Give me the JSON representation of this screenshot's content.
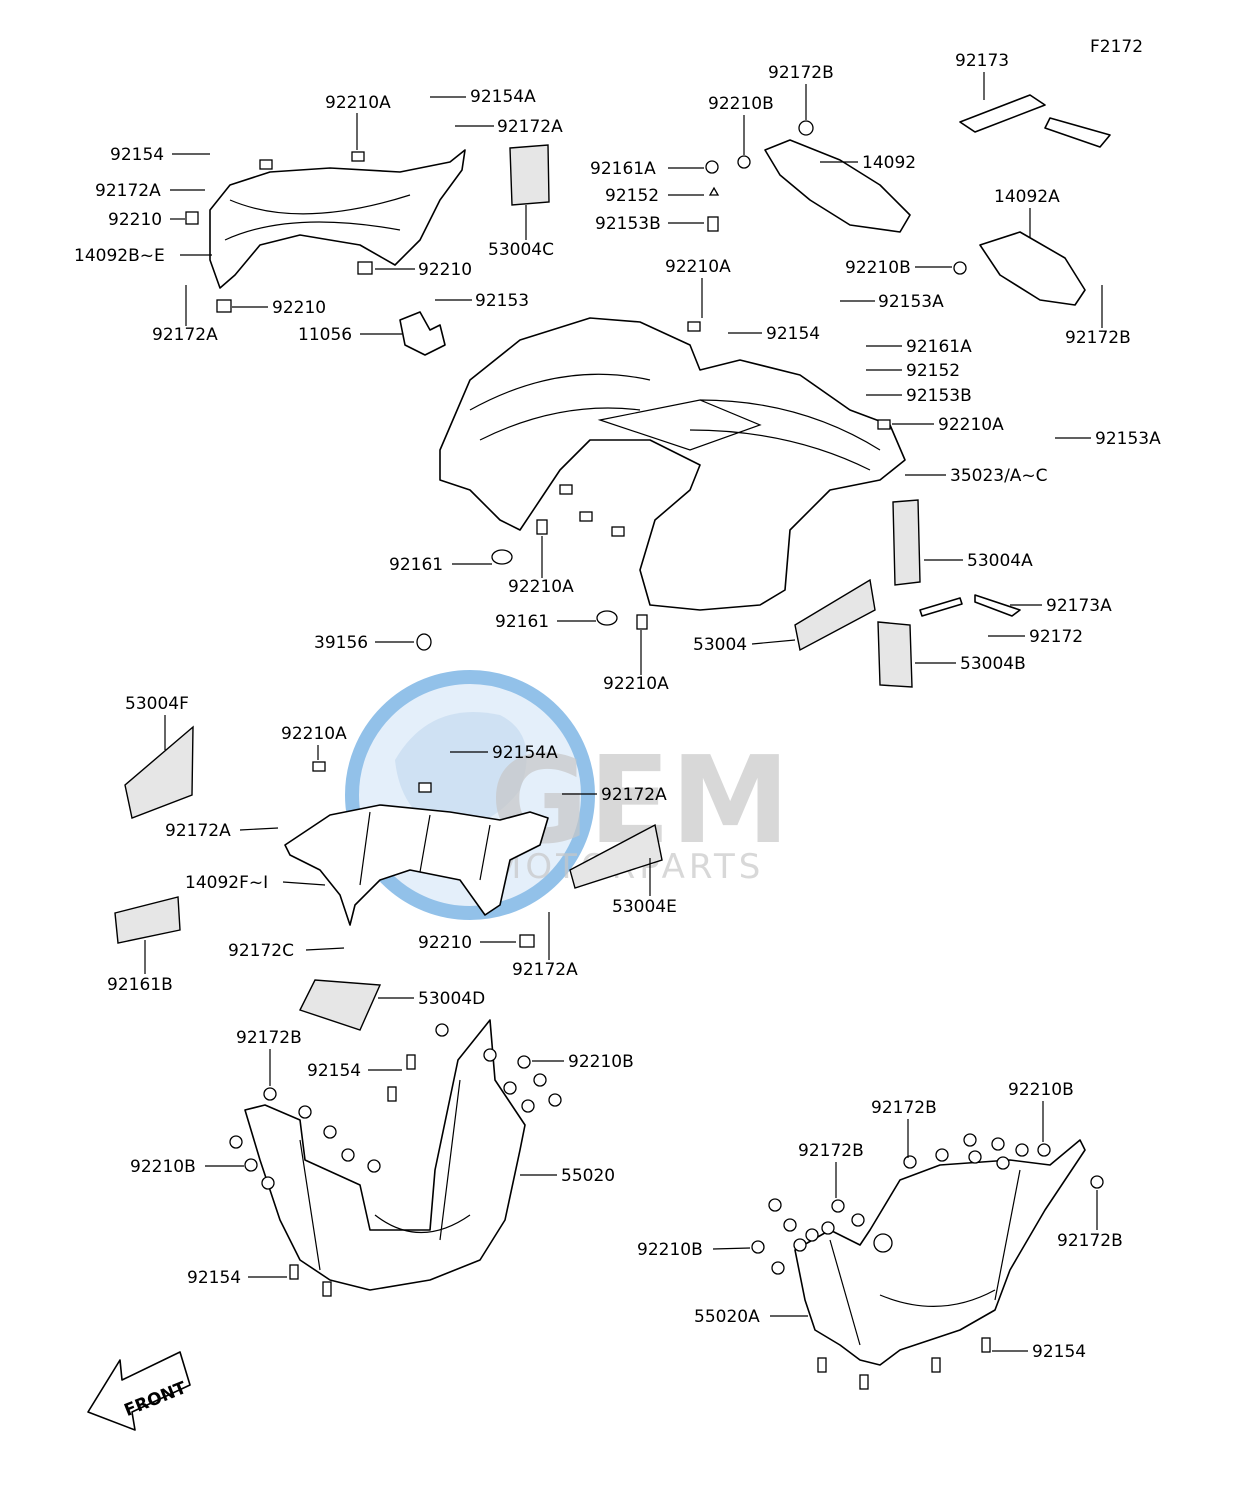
{
  "figure_code": "F2172",
  "watermark": {
    "brand": "GEM",
    "subtitle": "MOTORPARTS"
  },
  "front_arrow_text": "FRONT",
  "labels": {
    "rear_inner_fender": [
      "92210A",
      "92154A",
      "92172A",
      "92154",
      "92172A",
      "92210",
      "14092B~E",
      "92172A",
      "92210",
      "92210",
      "92153",
      "11056"
    ],
    "rear_cover": [
      "53004C"
    ],
    "right_rear_fender_parts": [
      "92172B",
      "92173",
      "92210B",
      "92161A",
      "92152",
      "92153B",
      "14092",
      "14092A",
      "92210B",
      "92153A",
      "92172B"
    ],
    "rear_fender_center": [
      "92210A",
      "92154",
      "92161A",
      "92152",
      "92153B",
      "92210A",
      "92153A",
      "35023/A~C",
      "53004A",
      "92161",
      "92210A",
      "92161",
      "92173A",
      "92172",
      "53004",
      "53004B",
      "92210A",
      "39156"
    ],
    "front_fender": [
      "53004F",
      "92210A",
      "92154A",
      "92172A",
      "92172A",
      "14092F~I",
      "92161B",
      "92172C",
      "92210",
      "92172A",
      "53004E",
      "53004D"
    ],
    "left_footboard": [
      "92172B",
      "92154",
      "92210B",
      "55020",
      "92210B",
      "92154"
    ],
    "right_footboard": [
      "92172B",
      "92210B",
      "92172B",
      "92210B",
      "92172B",
      "55020A",
      "92154"
    ]
  },
  "colors": {
    "line": "#000000",
    "watermark_blue": "#3a8fd8",
    "watermark_gray": "#9a9a9a"
  }
}
